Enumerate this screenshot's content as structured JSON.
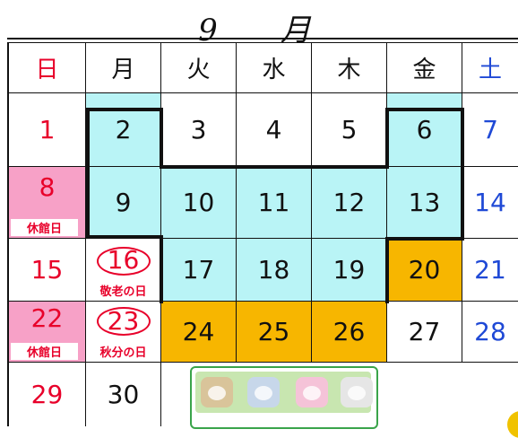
{
  "title": "9　月",
  "weekdays": [
    "日",
    "月",
    "火",
    "水",
    "木",
    "金",
    "土"
  ],
  "days": {
    "d1": "1",
    "d2": "2",
    "d3": "3",
    "d4": "4",
    "d5": "5",
    "d6": "6",
    "d7": "7",
    "d8": "8",
    "d9": "9",
    "d10": "10",
    "d11": "11",
    "d12": "12",
    "d13": "13",
    "d14": "14",
    "d15": "15",
    "d16": "16",
    "d17": "17",
    "d18": "18",
    "d19": "19",
    "d20": "20",
    "d21": "21",
    "d22": "22",
    "d23": "23",
    "d24": "24",
    "d25": "25",
    "d26": "26",
    "d27": "27",
    "d28": "28",
    "d29": "29",
    "d30": "30"
  },
  "notes": {
    "closed": "休館日",
    "respect_aged": "敬老の日",
    "autumn_equinox": "秋分の日"
  },
  "colors": {
    "sunday_red": "#e8002a",
    "saturday_blue": "#1f49d6",
    "highlight_cyan": "#b9f4f6",
    "highlight_orange": "#f7b600",
    "closed_pink": "#f7a1c7"
  }
}
